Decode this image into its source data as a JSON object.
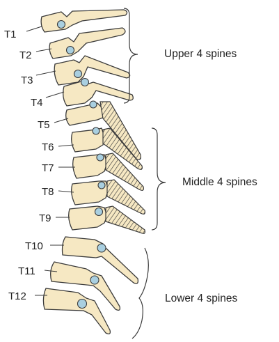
{
  "vertebrae": [
    {
      "label": "T1"
    },
    {
      "label": "T2"
    },
    {
      "label": "T3"
    },
    {
      "label": "T4"
    },
    {
      "label": "T5"
    },
    {
      "label": "T6"
    },
    {
      "label": "T7"
    },
    {
      "label": "T8"
    },
    {
      "label": "T9"
    },
    {
      "label": "T10"
    },
    {
      "label": "T11"
    },
    {
      "label": "T12"
    }
  ],
  "groups": {
    "upper": "Upper 4 spines",
    "middle": "Middle 4 spines",
    "lower": "Lower 4 spines"
  },
  "colors": {
    "bone": "#f6e8c3",
    "joint": "#a9cfe0",
    "outline": "#3a3a3a"
  }
}
